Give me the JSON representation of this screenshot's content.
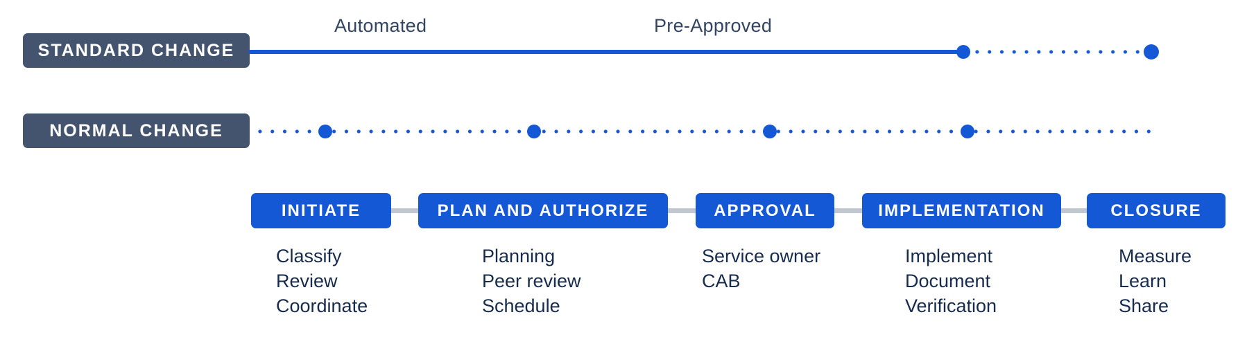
{
  "colors": {
    "accent_blue": "#1558D6",
    "dark_slate": "#44546E",
    "text_navy": "#172B4D",
    "annotation_text": "#344563",
    "connector_gray": "#C1C7D0"
  },
  "annotations": {
    "automated": "Automated",
    "pre_approved": "Pre-Approved"
  },
  "timelines": {
    "standard": {
      "label": "STANDARD CHANGE"
    },
    "normal": {
      "label": "NORMAL CHANGE"
    }
  },
  "stages": [
    {
      "label": "INITIATE",
      "items": [
        "Classify",
        "Review",
        "Coordinate"
      ]
    },
    {
      "label": "PLAN AND AUTHORIZE",
      "items": [
        "Planning",
        "Peer review",
        "Schedule"
      ]
    },
    {
      "label": "APPROVAL",
      "items": [
        "Service owner",
        "CAB"
      ]
    },
    {
      "label": "IMPLEMENTATION",
      "items": [
        "Implement",
        "Document",
        "Verification"
      ]
    },
    {
      "label": "CLOSURE",
      "items": [
        "Measure",
        "Learn",
        "Share"
      ]
    }
  ]
}
